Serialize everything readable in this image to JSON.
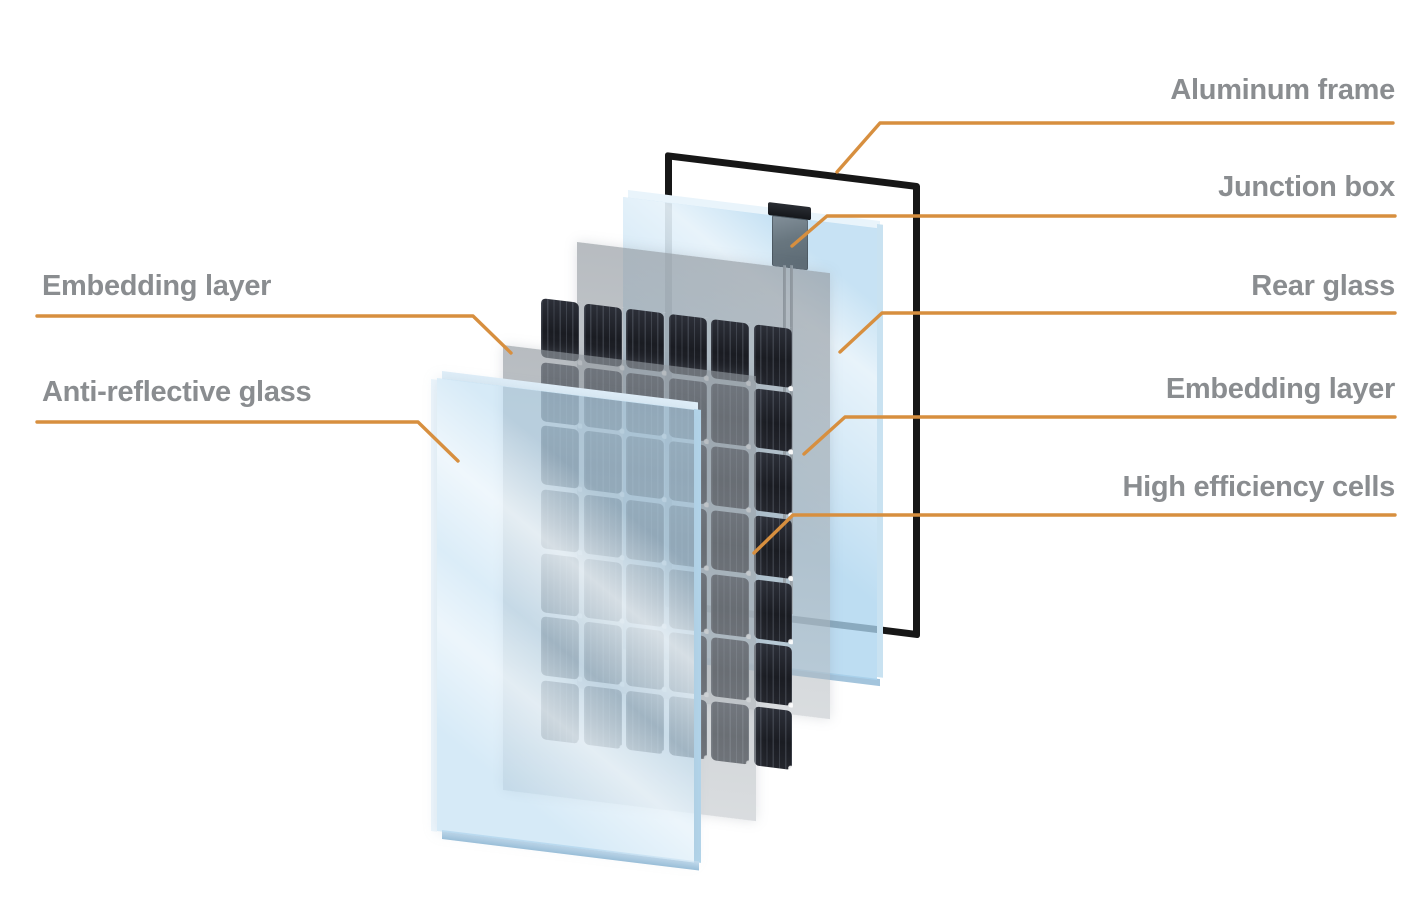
{
  "figure": {
    "kind": "solar-panel-exploded-view-diagram",
    "background": "#ffffff"
  },
  "labels": {
    "aluminum_frame": "Aluminum frame",
    "junction_box": "Junction box",
    "rear_glass": "Rear glass",
    "embedding_layer_right": "Embedding layer",
    "high_efficiency_cells": "High efficiency cells",
    "embedding_layer_left": "Embedding layer",
    "anti_reflective_glass": "Anti-reflective glass"
  },
  "colors": {
    "background": "#ffffff",
    "label_text": "#8a8d90",
    "leader_line": "#d78f3f",
    "frame": "#171717",
    "glass_tint": "#cfe6f5",
    "embedding_sheet": "#b9bec2",
    "cell_dark": "#22242b",
    "junction_box": "#68767f"
  },
  "diagram": {
    "cell_rows": 7,
    "cell_cols": 6
  }
}
